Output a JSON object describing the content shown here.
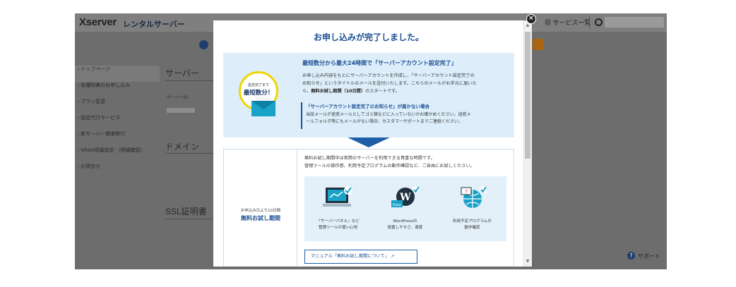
{
  "background_app": {
    "logo": "Xserver",
    "logo_sub": "レンタルサーバー",
    "service_menu": "サービス一覧",
    "sidebar": [
      {
        "label": "トップページ",
        "active": true
      },
      {
        "label": "各種特典のお申し込み"
      },
      {
        "label": "プラン変更"
      },
      {
        "label": "設定代行サービス"
      },
      {
        "label": "新サーバー簡単移行"
      },
      {
        "label": "Whois情報設定 （明細確認）"
      },
      {
        "label": "お問合せ"
      }
    ],
    "sections": [
      "サーバー",
      "ドメイン",
      "SSL証明書"
    ],
    "server_id_label": "サーバーID",
    "support": "サポート"
  },
  "modal": {
    "title": "お申し込みが完了しました。",
    "close_icon": "×",
    "badge_small": "設定完了まで",
    "badge_big": "最短数分！",
    "info_heading": "最短数分から最大24時間で「サーバーアカウント設定完了」",
    "info_body_1": "お申し込み内容をもとにサーバーアカウントを作成し、「サーバーアカウント設定完了の",
    "info_body_2": "お知らせ」というタイトルのメールを送付いたします。こちらのメールがお手元に届いた",
    "info_body_3": "ら、",
    "info_body_bold": "無料お試し期間（10日間）",
    "info_body_4": "のスタートです。",
    "notice_heading": "「サーバーアカウント設定完了のお知らせ」が届かない場合",
    "notice_body_1": "当該メールが迷惑メールとしてゴミ箱などに入っていないかお確かめください。迷惑メ",
    "notice_body_2": "ールフォルダ等にもメールがない場合、カスタマーサポートまでご連絡ください。",
    "trial_small": "お申込み日より10日間",
    "trial_big": "無料お試し期間",
    "trial_desc_1": "無料お試し期間中は実際のサーバーを利用できる貴重な時間です。",
    "trial_desc_2": "管理ツールの操作感、利用予定プログラムの動作確認など、ご自由にお試しください。",
    "features": [
      {
        "line1": "「サーバーパネル」など",
        "line2": "管理ツールの使い心地",
        "icon": "laptop-check-icon"
      },
      {
        "line1": "WordPressの",
        "line2": "設置しやすさ、速度",
        "icon": "wordpress-check-icon"
      },
      {
        "line1": "利用予定プログラムの",
        "line2": "動作確認",
        "icon": "globe-code-check-icon"
      }
    ],
    "manual_button": "マニュアル「無料お試し期間について」 ↗"
  },
  "colors": {
    "accent": "#1d4f93",
    "panel": "#ddeefa",
    "badge_ring": "#f1d400",
    "overlay": "#6d6d6d"
  }
}
